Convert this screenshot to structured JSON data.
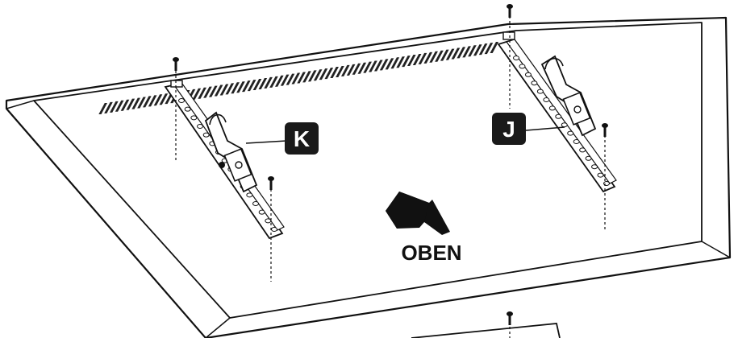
{
  "labels": {
    "bracket_left": "K",
    "bracket_right": "J",
    "direction": "OBEN"
  },
  "colors": {
    "line": "#111111",
    "fill": "#ffffff",
    "badge": "#1a1a1a",
    "vent": "#222222"
  },
  "icons": {
    "direction_arrow": "arrow-up-left-icon",
    "screw": "screw-icon"
  }
}
